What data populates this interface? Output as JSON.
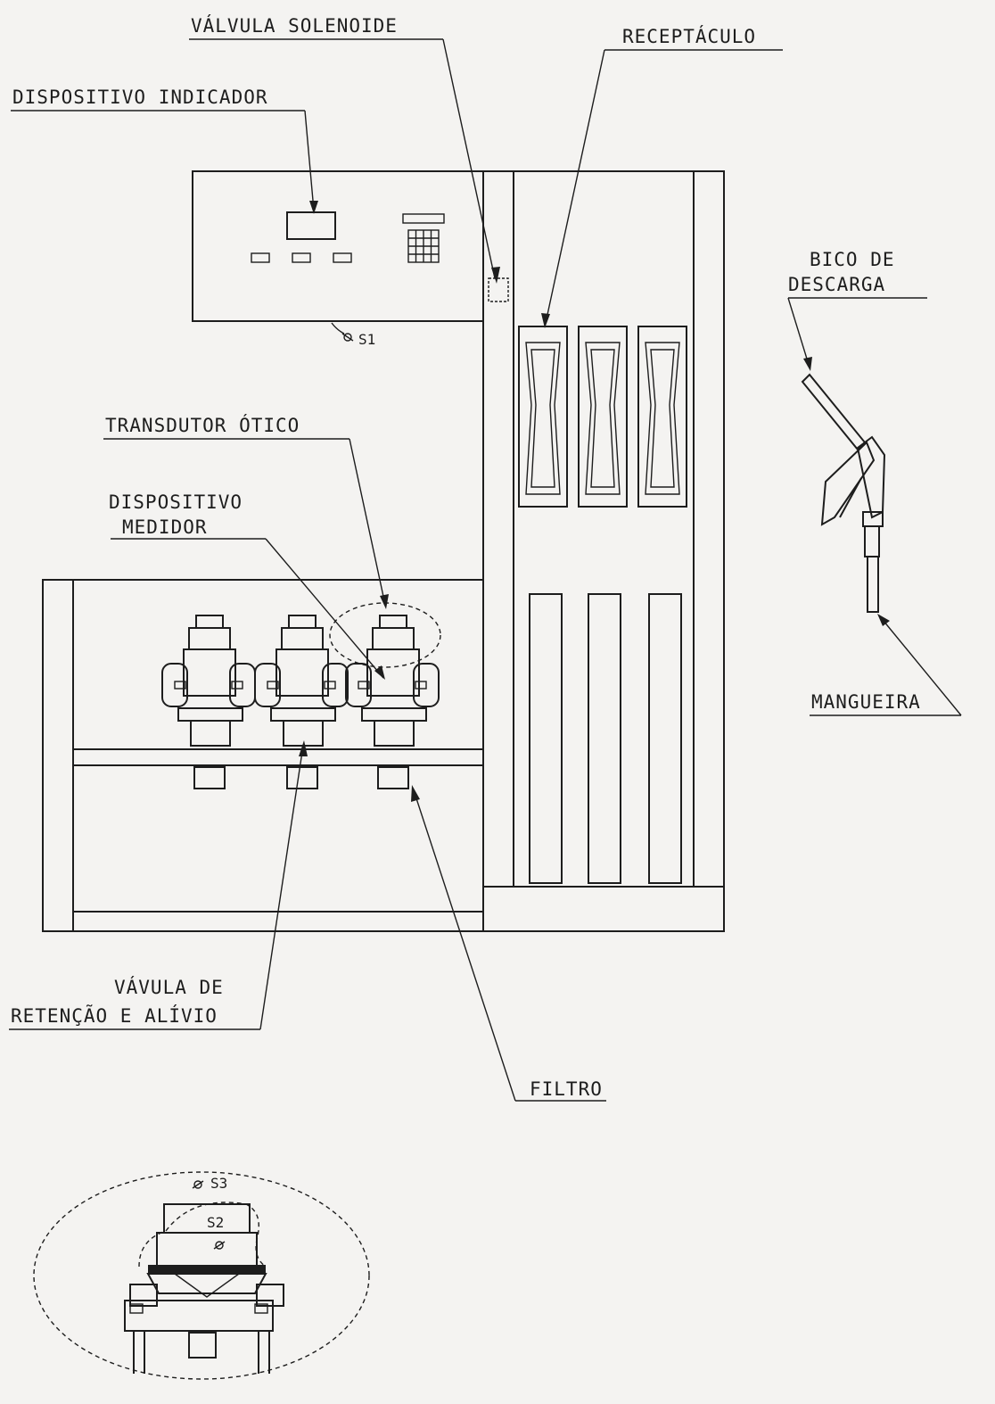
{
  "labels": {
    "valvula_solenoide": "VÁLVULA SOLENOIDE",
    "receptaculo": "RECEPTÁCULO",
    "dispositivo_indicador": "DISPOSITIVO INDICADOR",
    "bico_line1": "BICO DE",
    "bico_line2": "DESCARGA",
    "transdutor_otico": "TRANSDUTOR ÓTICO",
    "medidor_line1": "DISPOSITIVO",
    "medidor_line2": "MEDIDOR",
    "mangueira": "MANGUEIRA",
    "retencao_line1": "VÁVULA DE",
    "retencao_line2": "RETENÇÃO E ALÍVIO",
    "filtro": "FILTRO"
  },
  "sensors": {
    "s1": "S1",
    "s2": "S2",
    "s3": "S3"
  }
}
